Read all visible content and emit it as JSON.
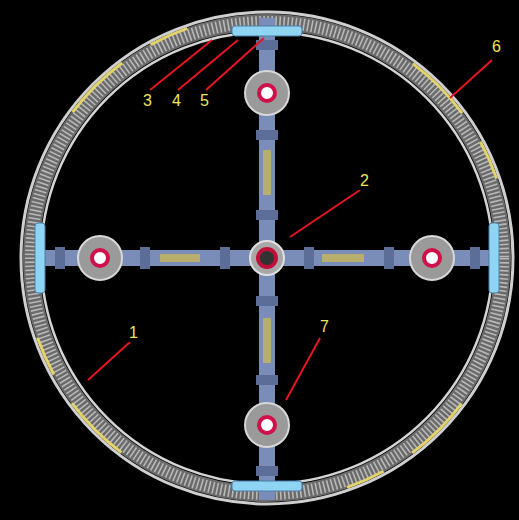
{
  "diagram": {
    "labels": [
      "6",
      "3",
      "4",
      "5",
      "2",
      "1",
      "7"
    ]
  }
}
